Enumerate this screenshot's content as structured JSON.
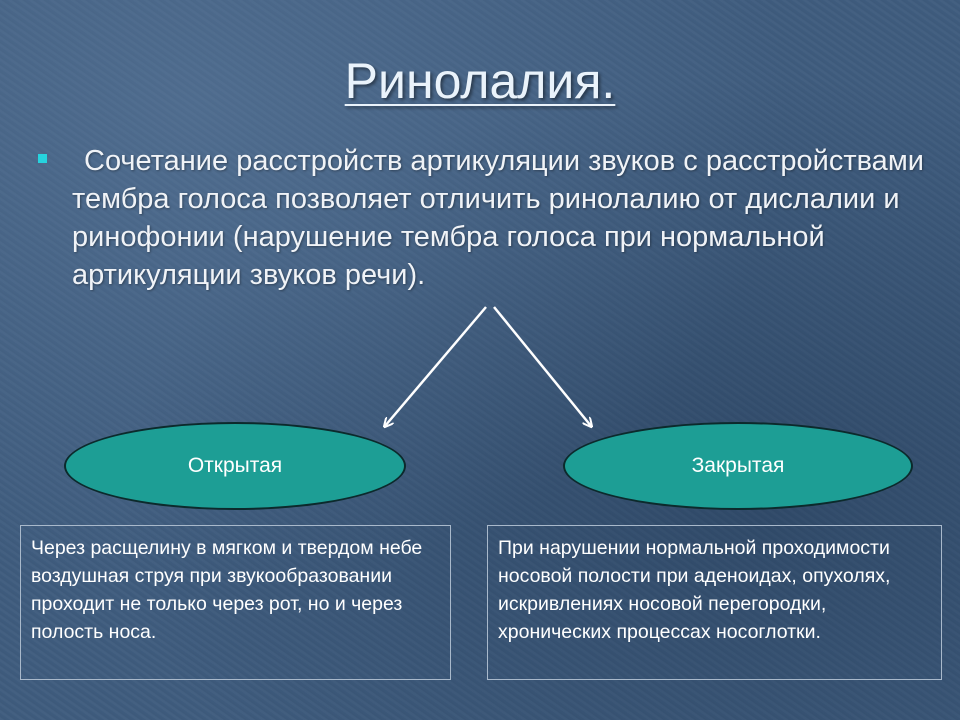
{
  "slide": {
    "title": "Ринолалия.",
    "bullet": "Сочетание расстройств артикуляции звуков с расстройствами тембра голоса позволяет отличить ринолалию от дислалии и ринофонии (нарушение тембра голоса при нормальной артикуляции звуков речи).",
    "accent_color": "#26d3de",
    "ellipse_color": "#1d9e95",
    "background_color": "#3f5c7e",
    "left": {
      "label": "Открытая",
      "description": "Через расщелину в мягком и твердом небе воздушная струя при звукообразовании проходит не только через рот, но и через полость носа."
    },
    "right": {
      "label": "Закрытая",
      "description": "При нарушении нормальной проходимости носовой полости при аденоидах, опухолях, искривлениях носовой перегородки, хронических процессах носоглотки."
    }
  }
}
